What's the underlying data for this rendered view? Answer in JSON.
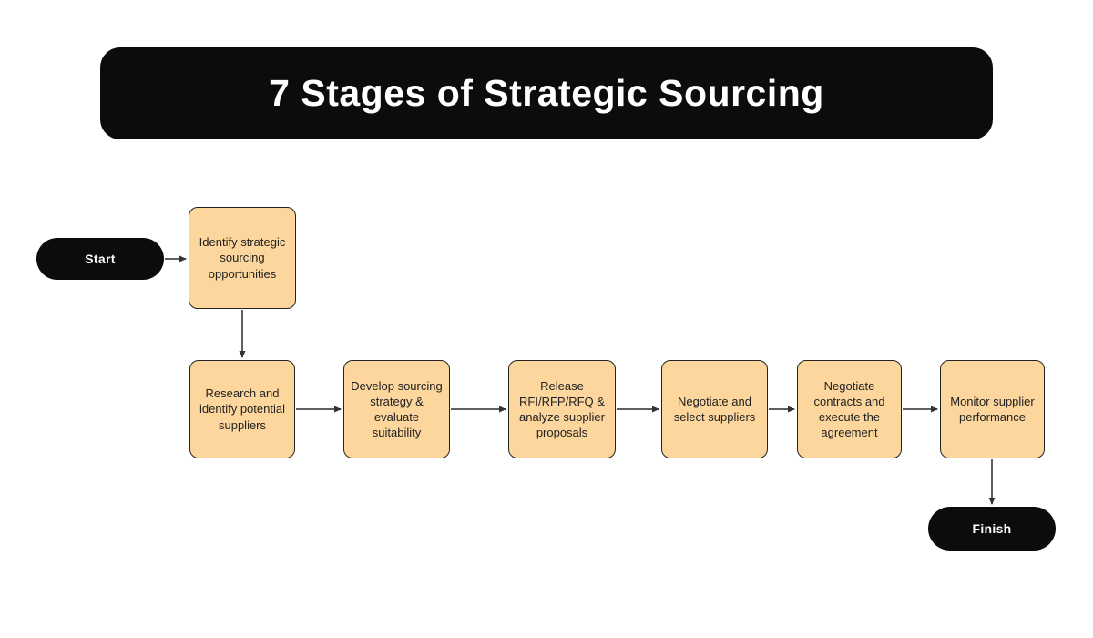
{
  "title": "7 Stages of Strategic Sourcing",
  "start_label": "Start",
  "finish_label": "Finish",
  "stages": [
    {
      "label": "Identify strategic sourcing opportunities"
    },
    {
      "label": "Research and identify potential suppliers"
    },
    {
      "label": "Develop sourcing strategy & evaluate suitability"
    },
    {
      "label": "Release RFI/RFP/RFQ & analyze supplier proposals"
    },
    {
      "label": "Negotiate and select suppliers"
    },
    {
      "label": "Negotiate contracts and execute the agreement"
    },
    {
      "label": "Monitor supplier performance"
    }
  ],
  "colors": {
    "banner_bg": "#0c0c0c",
    "banner_text": "#ffffff",
    "node_fill": "#FCD69C",
    "node_border": "#222222",
    "node_text": "#222222",
    "terminal_bg": "#0c0c0c",
    "terminal_text": "#ffffff",
    "arrow": "#5f5f5f"
  }
}
